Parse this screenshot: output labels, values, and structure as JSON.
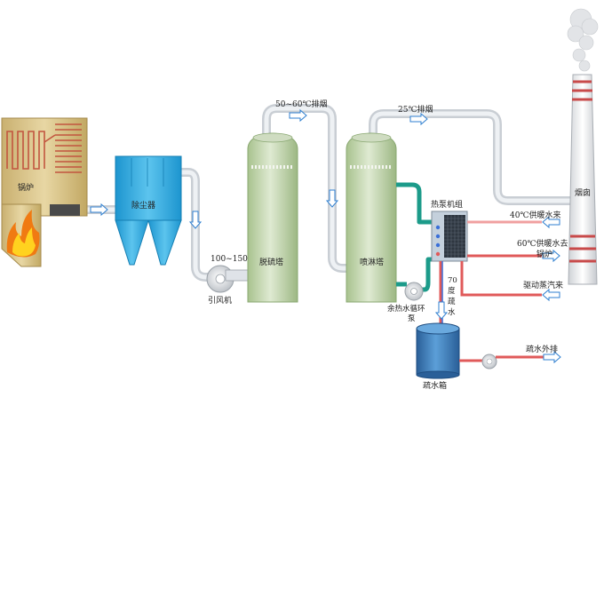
{
  "labels": {
    "boiler": "锅炉",
    "dust_collector": "除尘器",
    "fan": "引风机",
    "temp_100_150": "100~150℃",
    "desulfurization_tower": "脱硫塔",
    "exhaust_50_60": "50~60℃排烟",
    "spray_tower": "喷淋塔",
    "exhaust_25": "25℃排烟",
    "chimney": "烟囱",
    "heat_pump": "热泵机组",
    "heating_water_in": "40℃供暖水来",
    "heating_water_out_1": "60℃供暖水去",
    "heating_water_out_2": "锅炉",
    "steam_in": "驱动蒸汽来",
    "waste_pump_1": "余热水循环",
    "waste_pump_2": "泵",
    "drain_1": "70",
    "drain_2": "度",
    "drain_3": "疏",
    "drain_4": "水",
    "drain_tank": "疏水箱",
    "drain_out": "疏水外排"
  },
  "colors": {
    "boiler_body": "#d7c28a",
    "dust_collector": "#2aa8e0",
    "tower": "#b9cfa5",
    "pipe_gray": "#dfe3e8",
    "water_green": "#1c9b8a",
    "hot_red": "#e05a5a",
    "cold_blue": "#3a6fd8",
    "tank_blue": "#2f6fb0",
    "chimney_band": "#c84a4a"
  }
}
